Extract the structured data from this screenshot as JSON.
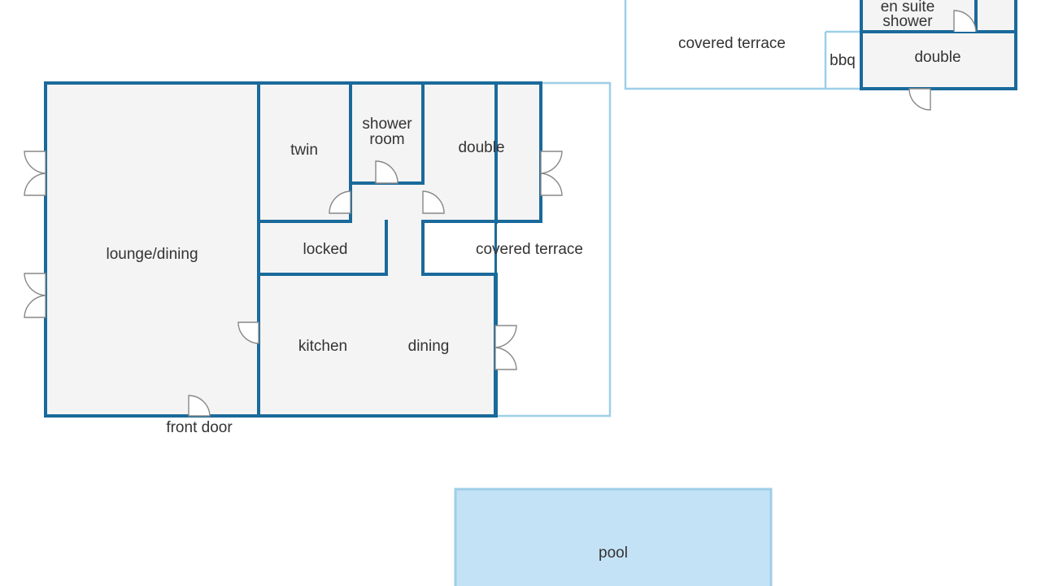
{
  "rooms": {
    "lounge_dining": "lounge/dining",
    "twin": "twin",
    "shower_room_line1": "shower",
    "shower_room_line2": "room",
    "double_main": "double",
    "locked": "locked",
    "kitchen": "kitchen",
    "dining": "dining",
    "covered_terrace_main": "covered terrace",
    "front_door": "front door",
    "covered_terrace_annex": "covered terrace",
    "bbq": "bbq",
    "en_suite_line1": "en suite",
    "en_suite_line2": "shower",
    "double_annex": "double",
    "pool": "pool"
  },
  "colors": {
    "wall": "#1a6a9b",
    "terrace_outline": "#9ecfe8",
    "room_fill": "#f4f4f4",
    "pool_fill": "#c4e2f6",
    "label": "#333333"
  }
}
